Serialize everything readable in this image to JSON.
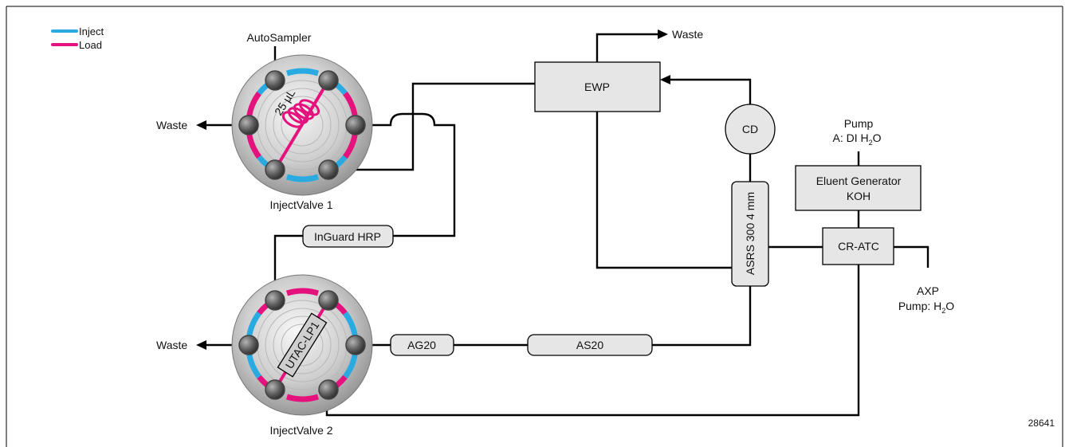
{
  "legend": {
    "inject": {
      "label": "Inject",
      "color": "#29abe2"
    },
    "load": {
      "label": "Load",
      "color": "#e5127e"
    }
  },
  "labels": {
    "autosampler": "AutoSampler",
    "waste_v1": "Waste",
    "waste_v2": "Waste",
    "waste_top": "Waste",
    "valve1": "InjectValve 1",
    "valve2": "InjectValve 2",
    "loop": "25 µL",
    "concentrator": "UTAC-LP1",
    "pump_a_line1": "Pump",
    "pump_a_line2": "A: DI H",
    "pump_a_sub": "2",
    "pump_a_tail": "O",
    "axp_line1": "AXP",
    "axp_line2": "Pump: H",
    "axp_sub": "2",
    "axp_tail": "O",
    "figure_id": "28641"
  },
  "components": {
    "ewp": "EWP",
    "cd": "CD",
    "eluent_line1": "Eluent Generator",
    "eluent_line2": "KOH",
    "cr_atc": "CR-ATC",
    "asrs": "ASRS 300 4 mm",
    "inguard": "InGuard HRP",
    "ag20": "AG20",
    "as20": "AS20"
  },
  "colors": {
    "inject": "#29abe2",
    "load": "#e5127e",
    "component_fill": "#e6e6e6"
  }
}
